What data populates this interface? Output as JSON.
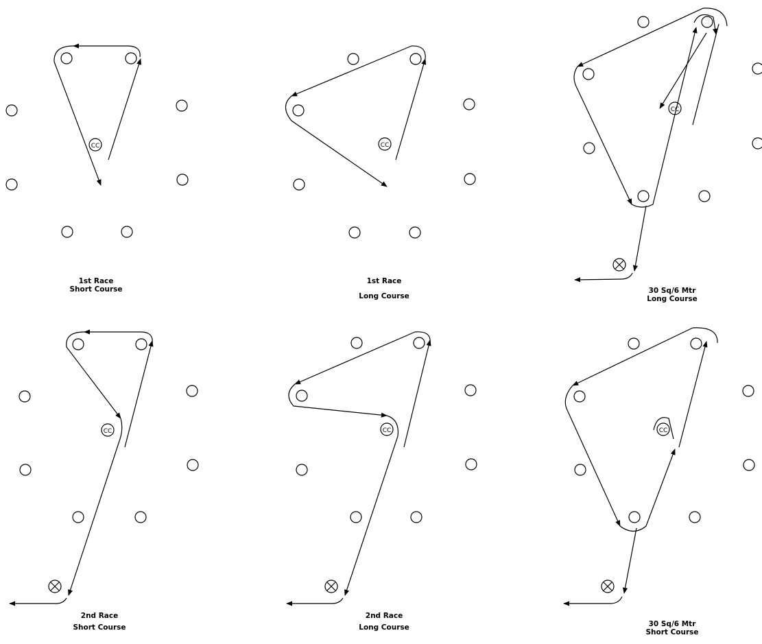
{
  "committee_boat_label": "CC",
  "panels": [
    {
      "id": "race1-short",
      "title_line1": "1st Race",
      "title_line2": "Short Course"
    },
    {
      "id": "race1-long",
      "title_line1": "1st Race",
      "title_line2": "Long Course"
    },
    {
      "id": "sqm30-long",
      "title_line1": "30 Sq/6 Mtr",
      "title_line2": "Long Course"
    },
    {
      "id": "race2-short",
      "title_line1": "2nd  Race",
      "title_line2": "Short Course"
    },
    {
      "id": "race2-long",
      "title_line1": "2nd  Race",
      "title_line2": "Long Course"
    },
    {
      "id": "sqm30-short",
      "title_line1": "30 Sq/6 Mtr",
      "title_line2": "Short Course"
    }
  ],
  "colors": {
    "line": "#000000",
    "background": "#ffffff"
  }
}
